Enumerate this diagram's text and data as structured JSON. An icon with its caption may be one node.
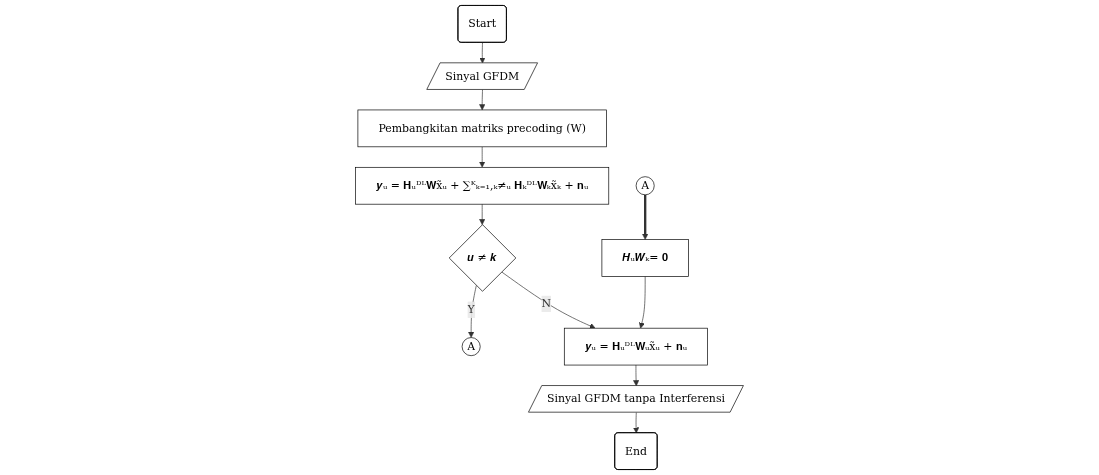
{
  "diagram": {
    "nodes": [
      {
        "text": [
          "Start"
        ]
      },
      {
        "text": [
          "Sinyal GFDM"
        ]
      },
      {
        "text": [
          "Pembangkitan matriks precoding (W)"
        ]
      },
      {
        "text": [
          "𝒚ᵤ = 𝐇ᵤᴰᴸ𝐖x̃ᵤ + ∑ᴷₖ₌₁,ₖ≠ᵤ 𝐇ₖᴰᴸ𝐖ₖx̃ₖ + 𝐧ᵤ"
        ]
      },
      {
        "text": [
          "𝒖 ≠ 𝒌"
        ]
      },
      {
        "text": [
          "A"
        ]
      },
      {
        "text": [
          "A"
        ]
      },
      {
        "text": [
          "𝑯ᵤ𝑾ₖ= 𝟎"
        ]
      },
      {
        "text": [
          "𝒚ᵤ = 𝐇ᵤᴰᴸ𝐖ᵤx̃ᵤ + 𝐧ᵤ"
        ]
      },
      {
        "text": [
          "Sinyal GFDM tanpa Interferensi"
        ]
      },
      {
        "text": [
          "End"
        ]
      }
    ],
    "edges": [
      {
        "from": 0,
        "to": 1,
        "arrow": "to"
      },
      {
        "from": 1,
        "to": 2,
        "arrow": "to"
      },
      {
        "from": 2,
        "to": 3,
        "arrow": "to"
      },
      {
        "from": 3,
        "to": 4,
        "arrow": "to"
      },
      {
        "from": 4,
        "to": 5,
        "arrow": "to",
        "label": "Y"
      },
      {
        "from": 4,
        "to": 8,
        "arrow": "to",
        "label": "N"
      },
      {
        "from": 6,
        "to": 7,
        "arrow": "to",
        "style": "thick"
      },
      {
        "from": 7,
        "to": 8,
        "arrow": "to"
      },
      {
        "from": 8,
        "to": 9,
        "arrow": "to"
      },
      {
        "from": 9,
        "to": 10,
        "arrow": "to"
      }
    ]
  }
}
